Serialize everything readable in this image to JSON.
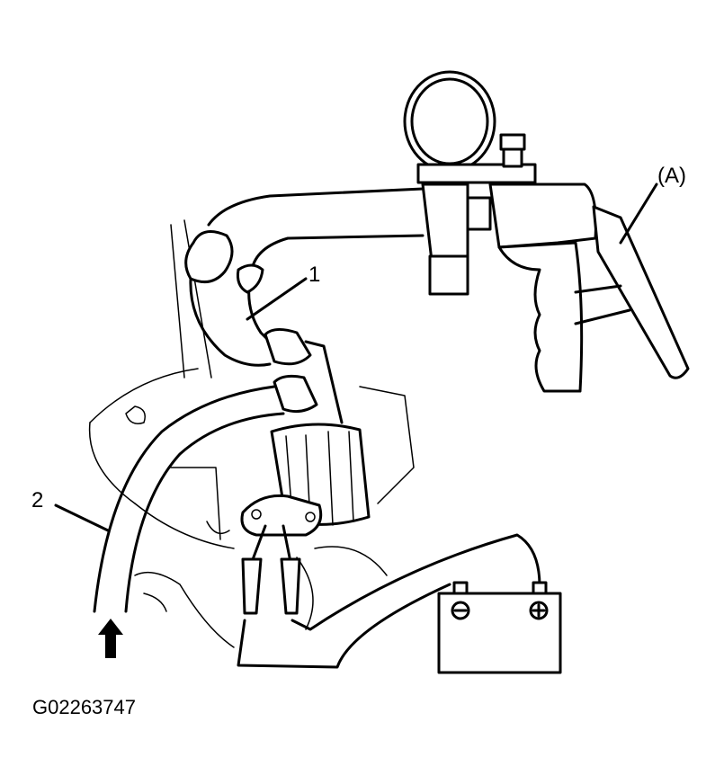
{
  "labels": {
    "pump": "(A)",
    "hose_1": "1",
    "hose_2": "2",
    "figure_code": "G02263747"
  },
  "battery": {
    "negative_symbol": "−",
    "positive_symbol": "+"
  },
  "colors": {
    "ink": "#000000",
    "paper": "#ffffff"
  }
}
